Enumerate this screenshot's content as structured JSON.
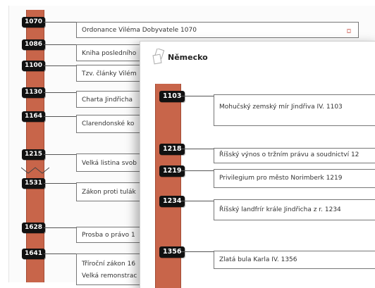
{
  "colors": {
    "timeline_bar": "#c8654a",
    "year_tag_bg": "#111111",
    "pdf_icon": "#c0392b"
  },
  "back_timeline": {
    "entries": [
      {
        "year": "1070",
        "text": "Ordonance Viléma Dobyvatele 1070",
        "icon": "pdf-icon"
      },
      {
        "year": "1086",
        "text": "Kniha posledního"
      },
      {
        "year": "1100",
        "text": "Tzv. články Vilém"
      },
      {
        "year": "1130",
        "text": "Charta Jindřicha"
      },
      {
        "year": "1164",
        "text": "Clarendonské ko"
      },
      {
        "year": "1215",
        "text": "Velká listina svob"
      },
      {
        "year": "1531",
        "text": "Zákon proti tulák"
      },
      {
        "year": "1628",
        "text": "Prosba o právo 1"
      },
      {
        "year": "1641",
        "text": "Tříroční zákon 16",
        "text2": "Velká remonstrac"
      }
    ]
  },
  "front_panel": {
    "title": "Německo",
    "entries": [
      {
        "year": "1103",
        "text": "Mohučský zemský mír Jindřiva IV. 1103"
      },
      {
        "year": "1218",
        "text": "Říšský výnos o tržním právu a soudnictví 12"
      },
      {
        "year": "1219",
        "text": "Privilegium pro město Norimberk 1219"
      },
      {
        "year": "1234",
        "text": "Říšský landfrír krále Jindřicha z r. 1234"
      },
      {
        "year": "1356",
        "text": "Zlatá bula Karla IV. 1356"
      }
    ]
  }
}
